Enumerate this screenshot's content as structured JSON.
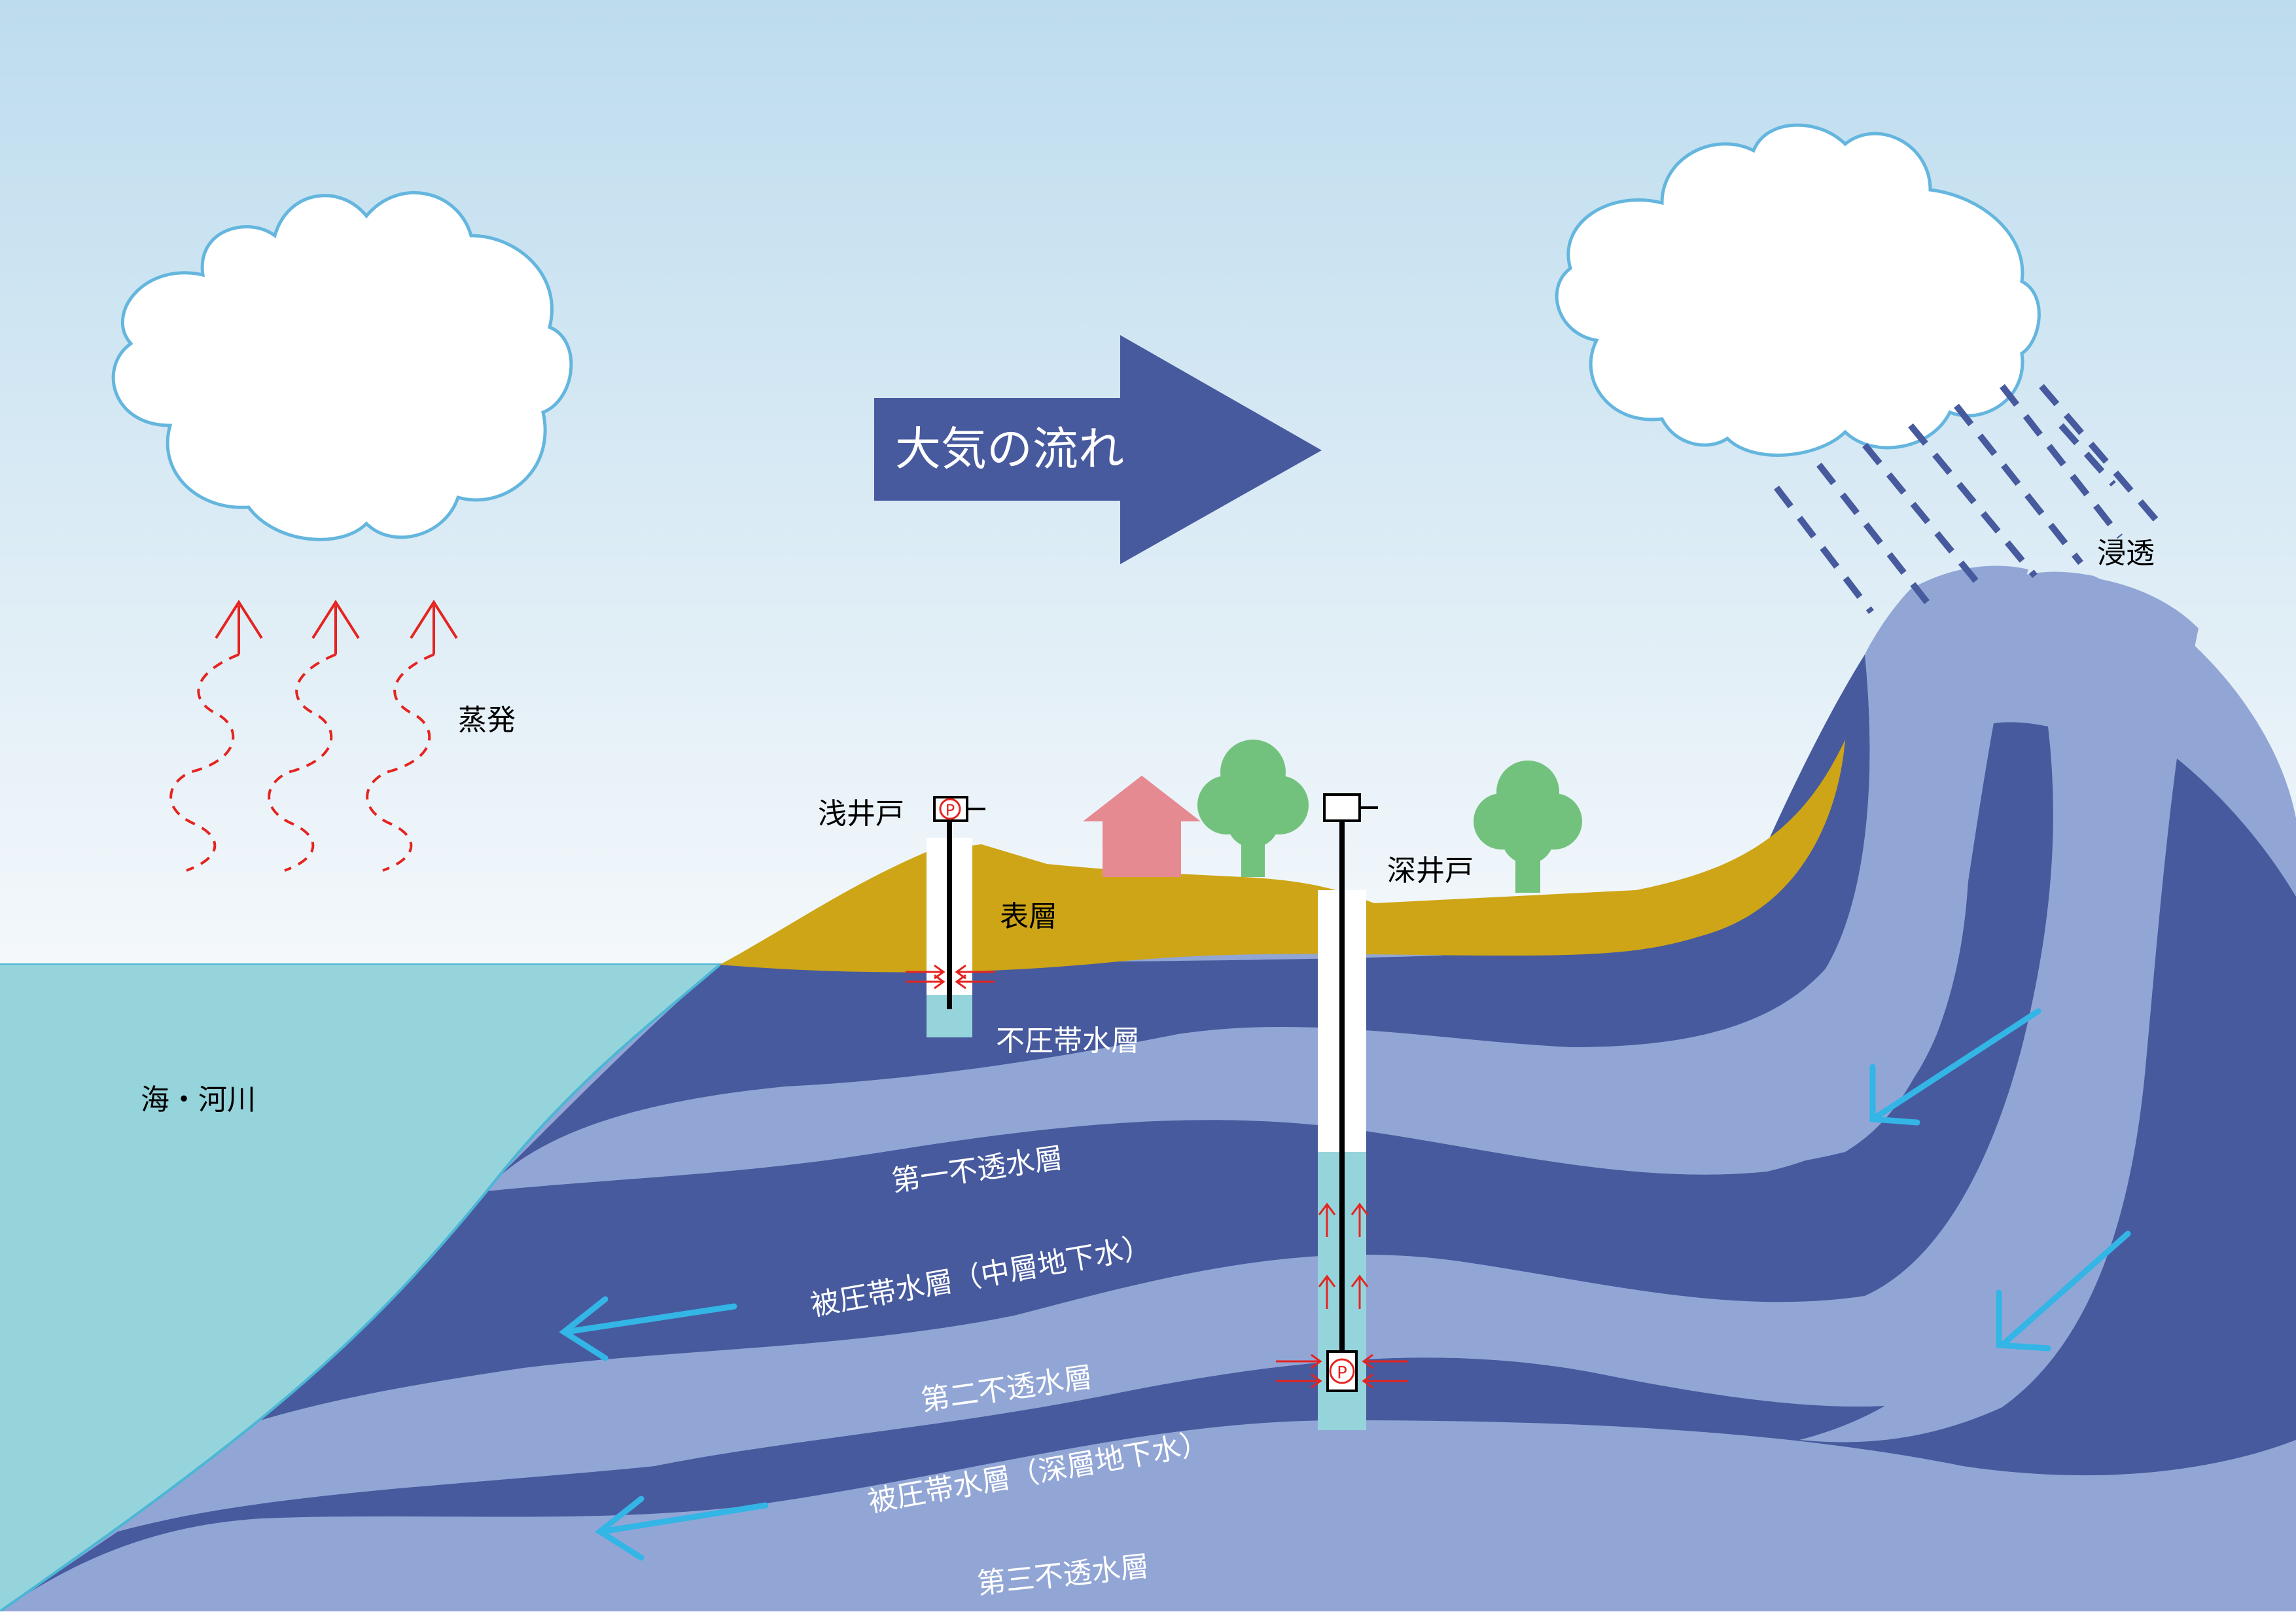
{
  "diagram": {
    "atmosphere_flow": "大気の流れ",
    "evaporation": "蒸発",
    "infiltration": "浸透",
    "sea_river": "海・河川",
    "shallow_well": "浅井戸",
    "deep_well": "深井戸",
    "pump_symbol": "P",
    "layers": {
      "surface": "表層",
      "unconfined_aquifer": "不圧帯水層",
      "first_aquitard": "第一不透水層",
      "confined_middle": "被圧帯水層（中層地下水）",
      "second_aquitard": "第二不透水層",
      "confined_deep": "被圧帯水層（深層地下水）",
      "third_aquitard": "第三不透水層"
    }
  },
  "colors": {
    "sky_top": "#bddcee",
    "sky_bottom": "#f4f8fb",
    "sea": "#96d4db",
    "sea_edge": "#4bb6d6",
    "aquifer": "#475a9e",
    "aquitard": "#92a6d5",
    "topsoil": "#cda516",
    "tree": "#72c27e",
    "tree_trunk": "#72c27e",
    "house": "#e68a92",
    "arrow_big": "#475a9e",
    "flow_arrow": "#33b5e6",
    "evap": "#e52420",
    "cloud_stroke": "#65b6de"
  }
}
